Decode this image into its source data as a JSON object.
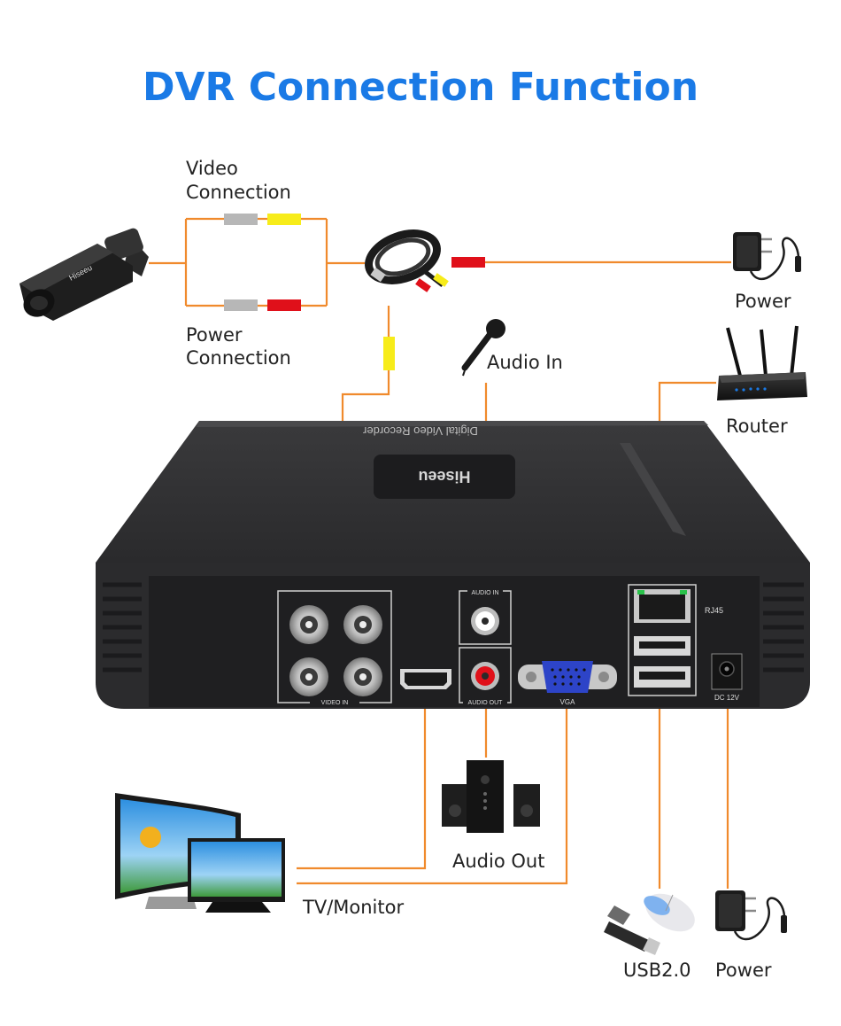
{
  "title": "DVR Connection Function",
  "colors": {
    "title": "#1a7ae6",
    "wire": "#f08a2c",
    "body": "#2b2b2d",
    "panel": "#222224",
    "yellow": "#f7ec1a",
    "red": "#e0101a",
    "gray": "#b7b7b7"
  },
  "labels": {
    "video_connection": [
      "Video",
      "Connection"
    ],
    "power_connection": [
      "Power",
      "Connection"
    ],
    "audio_in": "Audio In",
    "power_top": "Power",
    "router": "Router",
    "audio_out": "Audio Out",
    "tv_monitor": "TV/Monitor",
    "usb": "USB2.0",
    "power_bottom": "Power"
  },
  "panel_labels": {
    "audio_in": "AUDIO IN",
    "audio_out": "AUDIO OUT",
    "video_in": "VIDEO IN",
    "vga": "VGA",
    "rj45": "RJ45",
    "dc": "DC 12V"
  },
  "dvr_top": {
    "brand": "Hiseeu",
    "model_text": "Digital Video Recorder"
  },
  "camera_brand": "Hiseeu",
  "icons": [
    "camera-icon",
    "bnc-cable-icon",
    "power-adapter-icon",
    "microphone-icon",
    "router-icon",
    "dvr-icon",
    "speaker-icon",
    "tv-monitor-icon",
    "usb-drive-icon",
    "mouse-icon"
  ]
}
